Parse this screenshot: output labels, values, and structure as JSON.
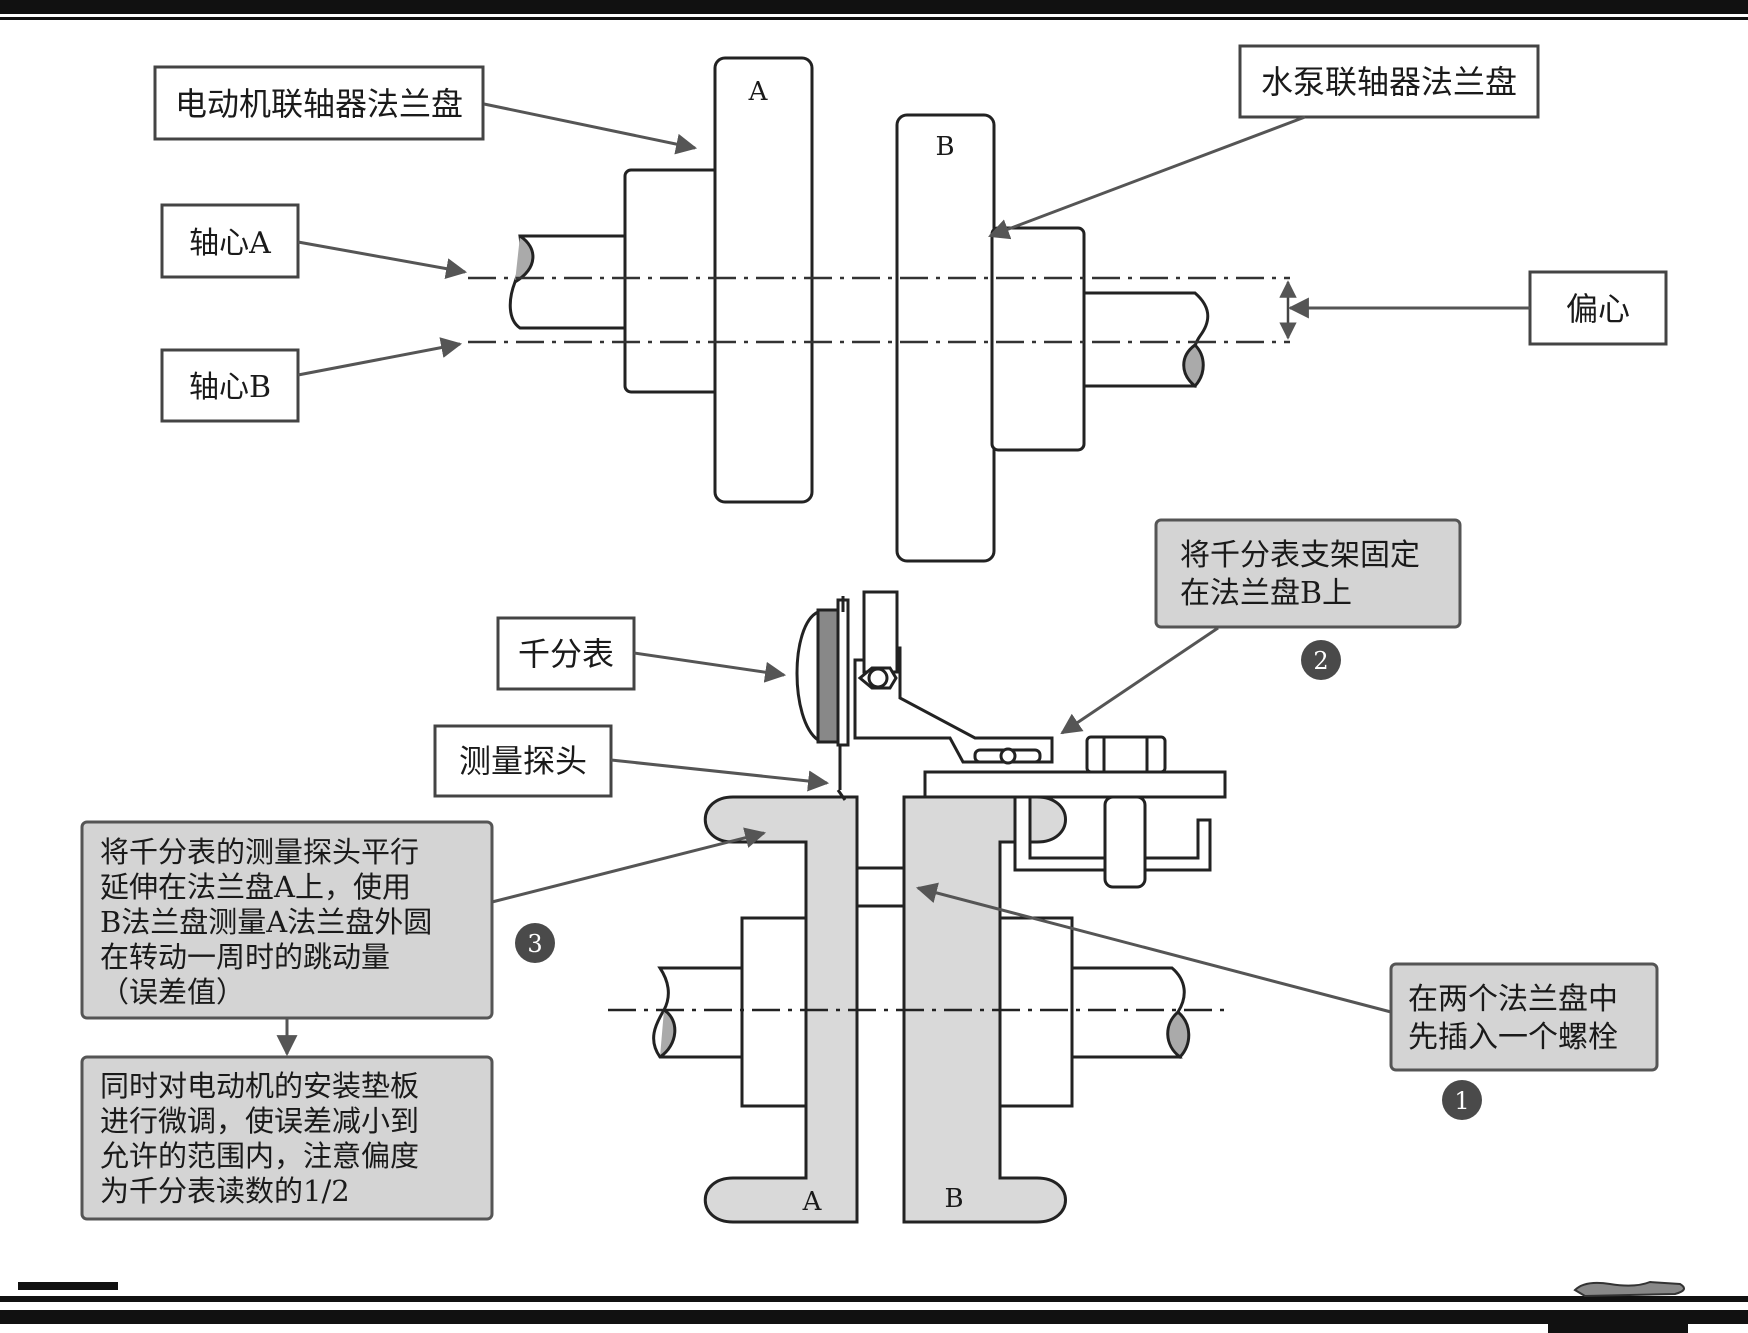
{
  "top_diagram": {
    "flange_a_letter": "A",
    "flange_b_letter": "B",
    "labels": {
      "motor_flange": "电动机联轴器法兰盘",
      "pump_flange": "水泵联轴器法兰盘",
      "axis_a": "轴心A",
      "axis_b": "轴心B",
      "eccentric": "偏心"
    }
  },
  "bottom_diagram": {
    "dial_indicator": "千分表",
    "probe": "测量探头",
    "step2_note": [
      "将千分表支架固定",
      "在法兰盘B上"
    ],
    "step3_note": [
      "将千分表的测量探头平行",
      "延伸在法兰盘A上，使用",
      "B法兰盘测量A法兰盘外圆",
      "在转动一周时的跳动量",
      "（误差值）"
    ],
    "adjust_note": [
      "同时对电动机的安装垫板",
      "进行微调，使误差减小到",
      "允许的范围内，注意偏度",
      "为千分表读数的1/2"
    ],
    "step1_note": [
      "在两个法兰盘中",
      "先插入一个螺栓"
    ],
    "step_numbers": [
      "1",
      "2",
      "3"
    ],
    "flange_a_letter": "A",
    "flange_b_letter": "B"
  },
  "colors": {
    "frame": "#111111",
    "box_fill": "#d4d4d4",
    "flange_fill": "#d9d9d9",
    "arrow": "#555555",
    "badge": "#4a4a4a"
  }
}
